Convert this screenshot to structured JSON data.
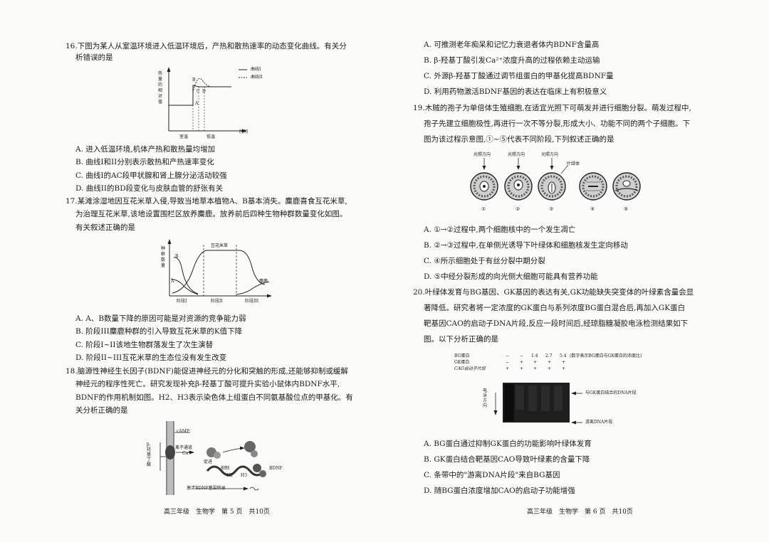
{
  "left": {
    "q16": {
      "stem1": "16.下图为某人从室温环境进入低温环境后，产热和散热速率的动态变化曲线。有关分",
      "stem2": "析错误的是",
      "fig": {
        "ylabel": "热量的相对值",
        "xlabel": "时间",
        "x1": "室温",
        "x2": "低温",
        "legend1": "曲线I",
        "legend2": "曲线II",
        "A": "A",
        "B": "B",
        "C": "C",
        "D": "D"
      },
      "optA": "A. 进入低温环境,机体产热和散热量均增加",
      "optB": "B. 曲线I和II分别表示散热和产热速率变化",
      "optC": "C. 曲线I的AC段甲状腺和肾上腺分泌活动较强",
      "optD": "D. 曲线II的BD段变化与皮肤血管的舒张有关"
    },
    "q17": {
      "l1": "17.某滩涂湿地因互花米草入侵,导致当地草本植物A、B基本消失。麋鹿喜食互花米草,",
      "l2": "为治理互花米草,该地设置围栏区放养麋鹿。放养前后四种生物种群数量变化如图。",
      "l3": "有关叙述正确的是",
      "fig": {
        "ylabel": "种群数量",
        "top": "互花米草",
        "B": "B",
        "A": "A",
        "deer": "麋鹿",
        "s1": "阶段I",
        "s2": "阶段II",
        "s3": "阶段III"
      },
      "optA": "A. A、B数量下降的原因可能是对资源的竞争能力弱",
      "optB": "B. 阶段III麋鹿种群的引入导致互花米草的K值下降",
      "optC": "C. 阶段I~II该地生物群落发生了次生演替",
      "optD": "D. 阶段II~III互花米草的生态位没有发生改变"
    },
    "q18": {
      "l1": "18.脑源性神经生长因子(BDNF)能促进神经元的分化和突触的形成,还能够抑制或缓解",
      "l2": "神经元的程序性死亡。研究发现补充β-羟基丁酸可提升实验小鼠体内BDNF水平,",
      "l3": "BDNF的作用机制如图。H2、H3表示染色体上组蛋白不同氨基酸位点的甲基化。有",
      "l4": "关分析正确的是",
      "fig": {
        "camp": "cAMP",
        "channel": "离子通道",
        "ca": "Ca²⁺",
        "side": "β-羟基丁酸",
        "promote": "促进",
        "inhibit": "抑制",
        "bdnf": "BDNF",
        "h2": "H2",
        "h3": "H3",
        "gene": "激活BDNF基因转录"
      }
    },
    "footer": "高三年级　生物学　第 5 页　共10页"
  },
  "right": {
    "q18opts": {
      "optA": "A. 可推测老年痴呆和记忆力衰退者体内BDNF含量高",
      "optB": "B. β-羟基丁酸引发Ca²⁺浓度升高的过程依赖主动运输",
      "optC": "C. 外源β-羟基丁酸通过调节组蛋白的甲基化提高BDNF量",
      "optD": "D. 利用药物激活BDNF基因的表达在临床上有积极意义"
    },
    "q19": {
      "l1": "19.木贼的孢子为单倍体生殖细胞,在适宜光照下可萌发并进行细胞分裂。萌发过程中,",
      "l2": "孢子先建立细胞极性,再进行一次不等分裂,形成大小、功能不同的两个子细胞。下",
      "l3": "图为该过程示意图,①~⑤代表不同阶段,下列叙述正确的是",
      "fig": {
        "light1": "光照方向",
        "light2": "光照方向",
        "light3": "光照方向",
        "chloro": "叶绿体",
        "n1": "①",
        "n2": "②",
        "n3": "③",
        "n4": "④",
        "n5": "⑤"
      },
      "optA": "A. ①→②过程中,两个细胞核中的一个发生凋亡",
      "optB": "B. ②→③过程中,在单侧光诱导下叶绿体和细胞核发生定向移动",
      "optC": "C. ④所示细胞处于有丝分裂中期分裂",
      "optD": "D. ⑤中经分裂形成的向光侧大细胞可能具有营养功能"
    },
    "q20": {
      "l1": "20.叶绿体发育与BG基因、GK基因的表达有关,GK功能缺失突变体的叶绿素含量会显",
      "l2": "著降低。研究者将一定浓度的GK蛋白与系列浓度BG蛋白混合后,再加入GK蛋白",
      "l3": "靶基因CAO的启动子DNA片段,反应一段时间后,经琼脂糖凝胶电泳检测结果如下",
      "l4": "图。以下分析正确的是",
      "fig": {
        "row1": "BG蛋白",
        "row2": "GK蛋白",
        "row3": "CAO启动子片段",
        "r1vals": [
          "−",
          "−",
          "1.4",
          "2.7",
          "5.4"
        ],
        "r2vals": [
          "−",
          "+",
          "+",
          "+",
          "+"
        ],
        "r3vals": [
          "+",
          "+",
          "+",
          "+",
          "+"
        ],
        "note": "(数字表示BG蛋白与GK蛋白的浓度比)",
        "dir": "电泳方向",
        "bound": "与GK蛋白结合的DNA片段",
        "free": "游离DNA片段"
      },
      "optA": "A. BG蛋白通过抑制GK蛋白的功能影响叶绿体发育",
      "optB": "B. GK蛋白结合靶基因CAO导致叶绿素的含量下降",
      "optC": "C. 条带中的\"游离DNA片段\"来自BG基因",
      "optD": "D. 随BG蛋白浓度增加CAO的启动子功能增强"
    },
    "footer": "高三年级　生物学　第 6 页　共10页"
  }
}
